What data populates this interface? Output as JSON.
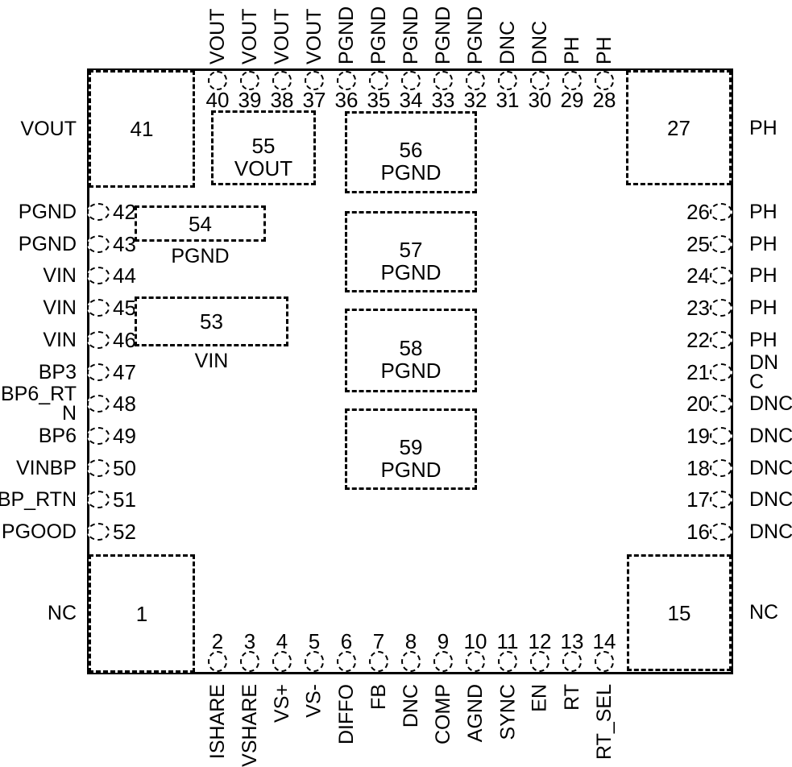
{
  "diagram": {
    "type": "ic-package-pinout",
    "pins": {
      "top": [
        {
          "num": "40",
          "label": "VOUT"
        },
        {
          "num": "39",
          "label": "VOUT"
        },
        {
          "num": "38",
          "label": "VOUT"
        },
        {
          "num": "37",
          "label": "VOUT"
        },
        {
          "num": "36",
          "label": "PGND"
        },
        {
          "num": "35",
          "label": "PGND"
        },
        {
          "num": "34",
          "label": "PGND"
        },
        {
          "num": "33",
          "label": "PGND"
        },
        {
          "num": "32",
          "label": "PGND"
        },
        {
          "num": "31",
          "label": "DNC"
        },
        {
          "num": "30",
          "label": "DNC"
        },
        {
          "num": "29",
          "label": "PH"
        },
        {
          "num": "28",
          "label": "PH"
        }
      ],
      "bottom": [
        {
          "num": "2",
          "label": "ISHARE"
        },
        {
          "num": "3",
          "label": "VSHARE"
        },
        {
          "num": "4",
          "label": "VS+"
        },
        {
          "num": "5",
          "label": "VS-"
        },
        {
          "num": "6",
          "label": "DIFFO"
        },
        {
          "num": "7",
          "label": "FB"
        },
        {
          "num": "8",
          "label": "DNC"
        },
        {
          "num": "9",
          "label": "COMP"
        },
        {
          "num": "10",
          "label": "AGND"
        },
        {
          "num": "11",
          "label": "SYNC"
        },
        {
          "num": "12",
          "label": "EN"
        },
        {
          "num": "13",
          "label": "RT"
        },
        {
          "num": "14",
          "label": "RT_SEL"
        }
      ],
      "left": [
        {
          "num": "42",
          "label": "PGND"
        },
        {
          "num": "43",
          "label": "PGND"
        },
        {
          "num": "44",
          "label": "VIN"
        },
        {
          "num": "45",
          "label": "VIN"
        },
        {
          "num": "46",
          "label": "VIN"
        },
        {
          "num": "47",
          "label": "BP3"
        },
        {
          "num": "48",
          "label": "BP6_RT\nN"
        },
        {
          "num": "49",
          "label": "BP6"
        },
        {
          "num": "50",
          "label": "VINBP"
        },
        {
          "num": "51",
          "label": "BP_RTN"
        },
        {
          "num": "52",
          "label": "PGOOD"
        }
      ],
      "right": [
        {
          "num": "26",
          "label": "PH"
        },
        {
          "num": "25",
          "label": "PH"
        },
        {
          "num": "24",
          "label": "PH"
        },
        {
          "num": "23",
          "label": "PH"
        },
        {
          "num": "22",
          "label": "PH"
        },
        {
          "num": "21",
          "label": "DN\nC"
        },
        {
          "num": "20",
          "label": "DNC"
        },
        {
          "num": "19",
          "label": "DNC"
        },
        {
          "num": "18",
          "label": "DNC"
        },
        {
          "num": "17",
          "label": "DNC"
        },
        {
          "num": "16",
          "label": "DNC"
        }
      ]
    },
    "corner_pads": [
      {
        "num": "41",
        "label": "VOUT"
      },
      {
        "num": "27",
        "label": "PH"
      },
      {
        "num": "1",
        "label": "NC"
      },
      {
        "num": "15",
        "label": "NC"
      }
    ],
    "center_pads": [
      {
        "num": "55",
        "label": "VOUT"
      },
      {
        "num": "56",
        "label": "PGND"
      },
      {
        "num": "57",
        "label": "PGND"
      },
      {
        "num": "58",
        "label": "PGND"
      },
      {
        "num": "59",
        "label": "PGND"
      },
      {
        "num": "54",
        "label": "PGND"
      },
      {
        "num": "53",
        "label": "VIN"
      }
    ],
    "colors": {
      "line": "#000000",
      "background": "#ffffff"
    }
  }
}
